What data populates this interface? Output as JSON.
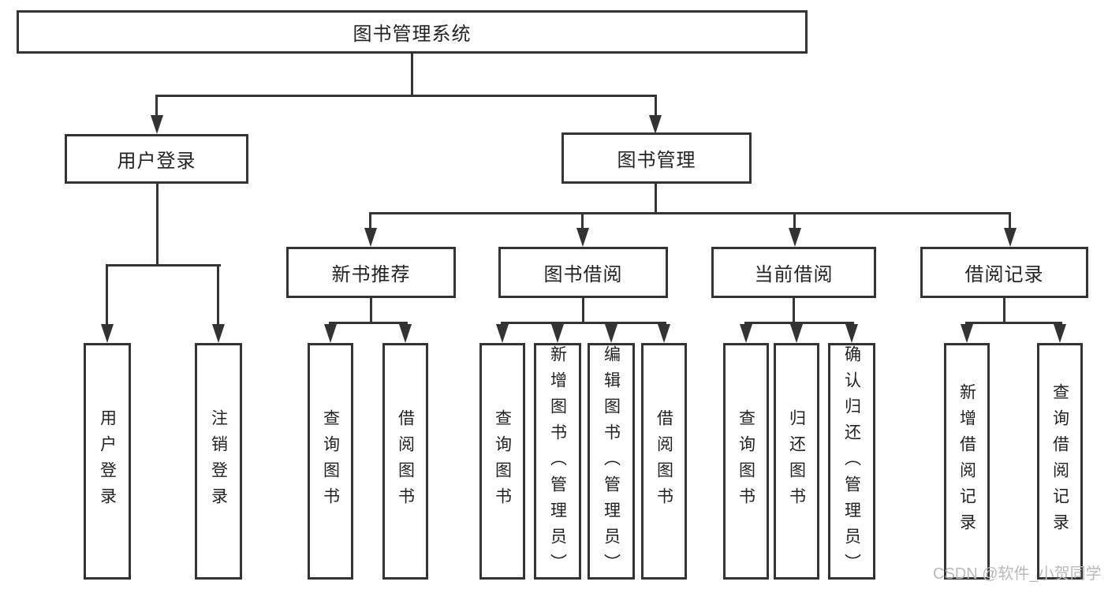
{
  "tree": {
    "root": "图书管理系统",
    "branches": [
      {
        "label": "用户登录",
        "children": [
          "用户登录",
          "注销登录"
        ]
      },
      {
        "label": "图书管理",
        "groups": [
          {
            "label": "新书推荐",
            "children": [
              "查询图书",
              "借阅图书"
            ]
          },
          {
            "label": "图书借阅",
            "children": [
              "查询图书",
              "新增图书（管理员）",
              "编辑图书（管理员）",
              "借阅图书"
            ]
          },
          {
            "label": "当前借阅",
            "children": [
              "查询图书",
              "归还图书",
              "确认归还（管理员）"
            ]
          },
          {
            "label": "借阅记录",
            "children": [
              "新增借阅记录",
              "查询借阅记录"
            ]
          }
        ]
      }
    ],
    "watermark": "CSDN @软件_小贺同学"
  },
  "colors": {
    "line": "#333333",
    "text": "#222222",
    "box_background": "#ffffff",
    "watermark": "#b9b9b9"
  }
}
